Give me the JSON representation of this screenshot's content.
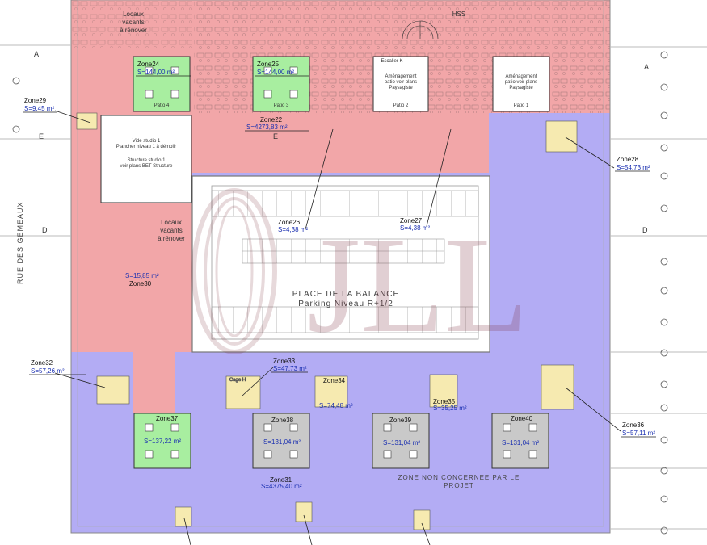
{
  "street": "RUE DES GEMEAUX",
  "parking": {
    "title": "PLACE DE LA BALANCE",
    "subtitle": "Parking Niveau R+1/2"
  },
  "zone_non": [
    "ZONE NON CONCERNEE PAR LE",
    "PROJET"
  ],
  "locaux_top": [
    "Locaux",
    "vacants",
    "à rénover"
  ],
  "locaux_mid": [
    "Locaux",
    "vacants",
    "à rénover"
  ],
  "studio": [
    "Vide studio 1",
    "Plancher niveau 1 à démolir",
    "Structure studio 1",
    "voir plans BET Structure"
  ],
  "patios": [
    "Patio 4",
    "Patio 3",
    "Patio 2",
    "Patio 1"
  ],
  "escalier": "Escalier K",
  "hss": "HSS",
  "amenagement": [
    "Aménagement",
    "patio voir plans",
    "Paysagiste"
  ],
  "cage": "Cage H",
  "grid_letters": [
    "A",
    "A",
    "E",
    "E",
    "D",
    "D"
  ],
  "zones": [
    {
      "name": "Zone24",
      "area": "S=144,00 m²"
    },
    {
      "name": "Zone25",
      "area": "S=144,00 m²"
    },
    {
      "name": "Zone29",
      "area": "S=9,45 m²"
    },
    {
      "name": "Zone22",
      "area": "S=4273,83 m²"
    },
    {
      "name": "Zone28",
      "area": "S=54,73 m²"
    },
    {
      "name": "Zone26",
      "area": "S=4,38 m²"
    },
    {
      "name": "Zone27",
      "area": "S=4,38 m²"
    },
    {
      "name": "Zone30",
      "area": "S=15,85 m²"
    },
    {
      "name": "Zone32",
      "area": "S=57,26 m²"
    },
    {
      "name": "Zone33",
      "area": "S=47,73 m²"
    },
    {
      "name": "Zone34",
      "area": "S=74,48 m²"
    },
    {
      "name": "Zone35",
      "area": "S=35,25 m²"
    },
    {
      "name": "Zone36",
      "area": "S=57,11 m²"
    },
    {
      "name": "Zone37",
      "area": "S=137,22 m²"
    },
    {
      "name": "Zone38",
      "area": "S=131,04 m²"
    },
    {
      "name": "Zone39",
      "area": "S=131,04 m²"
    },
    {
      "name": "Zone40",
      "area": "S=131,04 m²"
    },
    {
      "name": "Zone31",
      "area": "S=4375,40 m²"
    }
  ],
  "colors": {
    "pink": "#f2a6a8",
    "lavender": "#b3acf4",
    "green": "#a8eea0",
    "gray": "#c9c9c9",
    "yellow": "#f6eab0"
  },
  "watermark": "JLL"
}
